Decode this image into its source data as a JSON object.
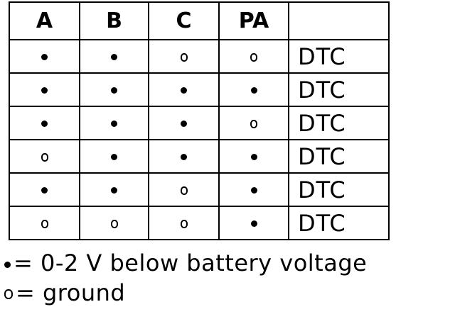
{
  "table": {
    "headers": [
      "A",
      "B",
      "C",
      "PA",
      ""
    ],
    "rows": [
      {
        "a": "dot",
        "b": "dot",
        "c": "ring",
        "pa": "ring",
        "label": "DTC"
      },
      {
        "a": "dot",
        "b": "dot",
        "c": "dot",
        "pa": "dot",
        "label": "DTC"
      },
      {
        "a": "dot",
        "b": "dot",
        "c": "dot",
        "pa": "ring",
        "label": "DTC"
      },
      {
        "a": "ring",
        "b": "dot",
        "c": "dot",
        "pa": "dot",
        "label": "DTC"
      },
      {
        "a": "dot",
        "b": "dot",
        "c": "ring",
        "pa": "dot",
        "label": "DTC"
      },
      {
        "a": "ring",
        "b": "ring",
        "c": "ring",
        "pa": "dot",
        "label": "DTC"
      }
    ]
  },
  "legend": {
    "dot_text": "= 0-2 V below battery voltage",
    "ring_text": "= ground"
  }
}
